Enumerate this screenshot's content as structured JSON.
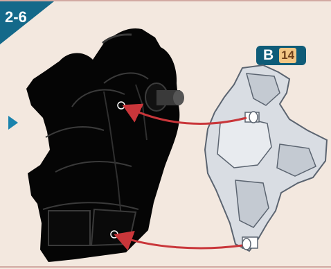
{
  "step": {
    "label": "2-6"
  },
  "part": {
    "letter": "B",
    "number": "14"
  },
  "colors": {
    "corner": "#14698a",
    "background": "#f3e8df",
    "arrow": "#c9363a",
    "badge_bg": "#0f5c78",
    "badge_num_bg": "#f2c684"
  },
  "icons": [
    "play-triangle-icon",
    "assembly-arrow-icon"
  ]
}
